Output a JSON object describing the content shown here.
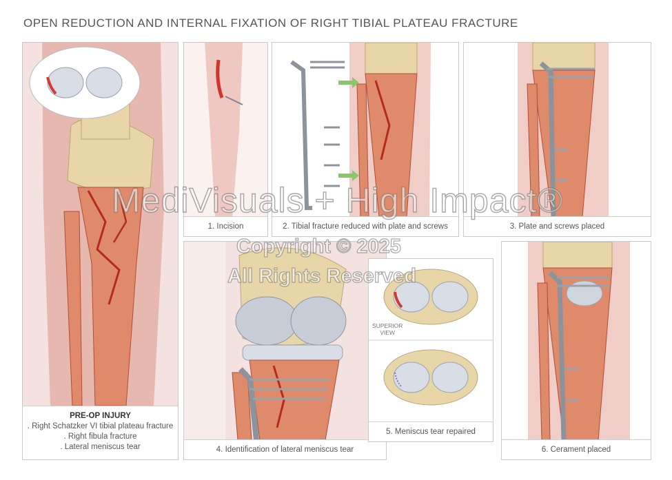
{
  "title": "OPEN REDUCTION AND INTERNAL FIXATION OF RIGHT TIBIAL PLATEAU FRACTURE",
  "preop": {
    "heading": "PRE-OP INJURY",
    "lines": [
      ". Right Schatzker VI tibial plateau fracture",
      ". Right fibula fracture",
      ". Lateral meniscus tear"
    ]
  },
  "panels": {
    "p1": "1. Incision",
    "p2": "2. Tibial fracture reduced with plate and screws",
    "p3": "3. Plate and screws placed",
    "p4": "4. Identification of lateral meniscus tear",
    "p5": "5. Meniscus tear repaired",
    "p6": "6. Cerament placed"
  },
  "superior_view": {
    "line1": "SUPERIOR",
    "line2": "VIEW"
  },
  "watermark": {
    "line1": "MediVisuals + High Impact®",
    "line2": "Copyright © 2025",
    "line3": "All Rights Reserved"
  },
  "colors": {
    "skin": "#e8b9b2",
    "bone": "#e7d4a3",
    "fracture": "#c23a2a",
    "implant": "#8c939b",
    "cartilage": "#c8ccd6"
  }
}
